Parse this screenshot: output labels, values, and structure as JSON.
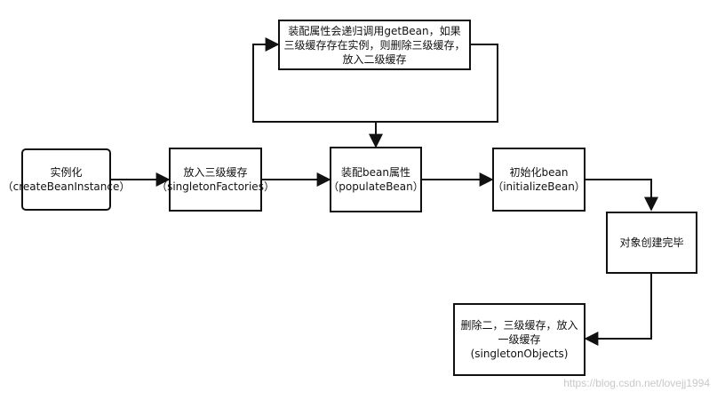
{
  "nodes": {
    "instantiate": {
      "label": "实例化（createBeanInstance）"
    },
    "third_cache": {
      "label": "放入三级缓存（singletonFactories）"
    },
    "populate": {
      "label": "装配bean属性（populateBean）"
    },
    "recursive": {
      "label": "装配属性会递归调用getBean，如果三级缓存存在实例，则删除三级缓存，放入二级缓存"
    },
    "initialize": {
      "label": "初始化bean（initializeBean）"
    },
    "created": {
      "label": "对象创建完毕"
    },
    "final_cache": {
      "label": "删除二，三级缓存，放入一级缓存(singletonObjects)"
    }
  },
  "watermark": "https://blog.csdn.net/lovejj1994",
  "colors": {
    "stroke": "#111111",
    "watermark": "#c8c8c8"
  }
}
